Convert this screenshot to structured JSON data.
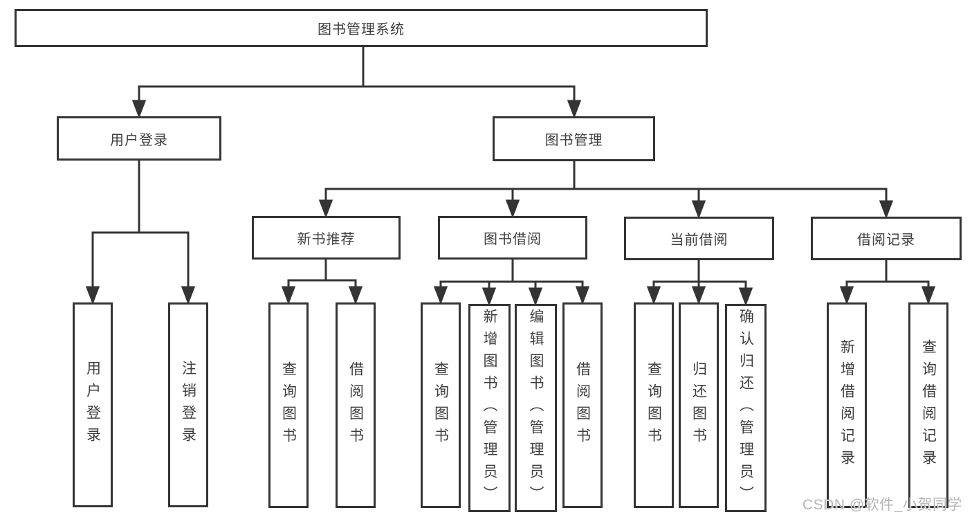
{
  "diagram": {
    "root": {
      "label": "图书管理系统"
    },
    "branches": {
      "user_login": {
        "label": "用户登录",
        "children": {
          "login": {
            "label": "用户登录"
          },
          "logout": {
            "label": "注销登录"
          }
        }
      },
      "book_mgmt": {
        "label": "图书管理",
        "children": {
          "new_book": {
            "label": "新书推荐",
            "children": {
              "query_books": {
                "label": "查询图书"
              },
              "borrow_books": {
                "label": "借阅图书"
              }
            }
          },
          "book_borrow": {
            "label": "图书借阅",
            "children": {
              "query_books": {
                "label": "查询图书"
              },
              "add_books": {
                "label": "新增图书（管理员）"
              },
              "edit_books": {
                "label": "编辑图书（管理员）"
              },
              "borrow_books": {
                "label": "借阅图书"
              }
            }
          },
          "current_borrow": {
            "label": "当前借阅",
            "children": {
              "query_books": {
                "label": "查询图书"
              },
              "return_books": {
                "label": "归还图书"
              },
              "confirm_return": {
                "label": "确认归还（管理员）"
              }
            }
          },
          "borrow_records": {
            "label": "借阅记录",
            "children": {
              "add_record": {
                "label": "新增借阅记录"
              },
              "query_record": {
                "label": "查询借阅记录"
              }
            }
          }
        }
      }
    }
  },
  "watermark": {
    "text": "CSDN @软件_小贺同学",
    "color": "#b5b5b5"
  },
  "colors": {
    "line": "#343434",
    "node_border": "#343434",
    "node_text": "#3e3e3e",
    "background": "#ffffff"
  }
}
